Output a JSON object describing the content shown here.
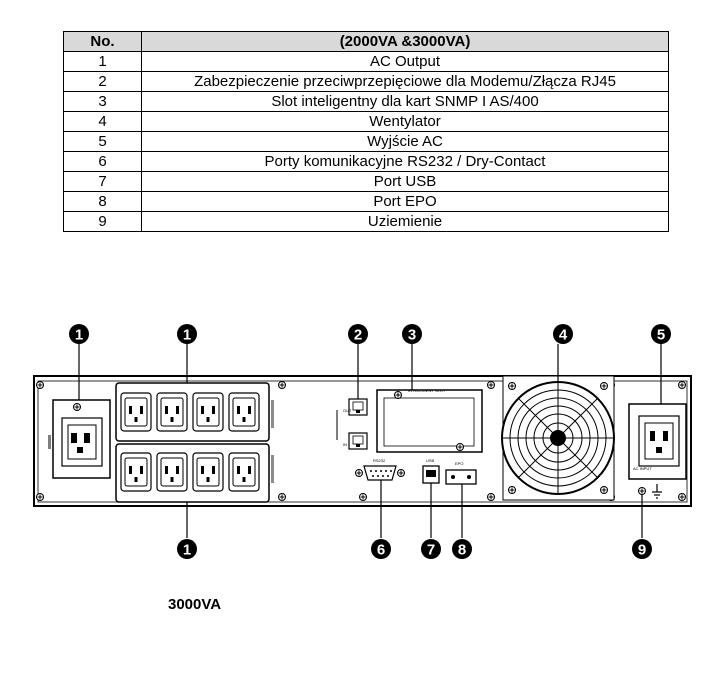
{
  "table": {
    "header_no": "No.",
    "header_desc": "(2000VA &3000VA)",
    "rows": [
      {
        "no": "1",
        "desc": "AC Output"
      },
      {
        "no": "2",
        "desc": "Zabezpieczenie przeciwprzepięciowe dla Modemu/Złącza RJ45"
      },
      {
        "no": "3",
        "desc": "Slot inteligentny dla kart SNMP I AS/400"
      },
      {
        "no": "4",
        "desc": "Wentylator"
      },
      {
        "no": "5",
        "desc": "Wyjście AC"
      },
      {
        "no": "6",
        "desc": "Porty komunikacyjne RS232 / Dry-Contact"
      },
      {
        "no": "7",
        "desc": "Port USB"
      },
      {
        "no": "8",
        "desc": "Port EPO"
      },
      {
        "no": "9",
        "desc": "Uziemienie"
      }
    ]
  },
  "callouts": [
    "1",
    "1",
    "1",
    "2",
    "3",
    "4",
    "5",
    "6",
    "7",
    "8",
    "9"
  ],
  "panel_labels": {
    "intelligent_slot": "INTELLIGENT SLOT",
    "usb": "USB",
    "epo": "EPO",
    "rs232": "RS232",
    "net_in": "IN",
    "net_out": "OUT",
    "ac_input": "AC INPUT"
  },
  "caption": "3000VA"
}
